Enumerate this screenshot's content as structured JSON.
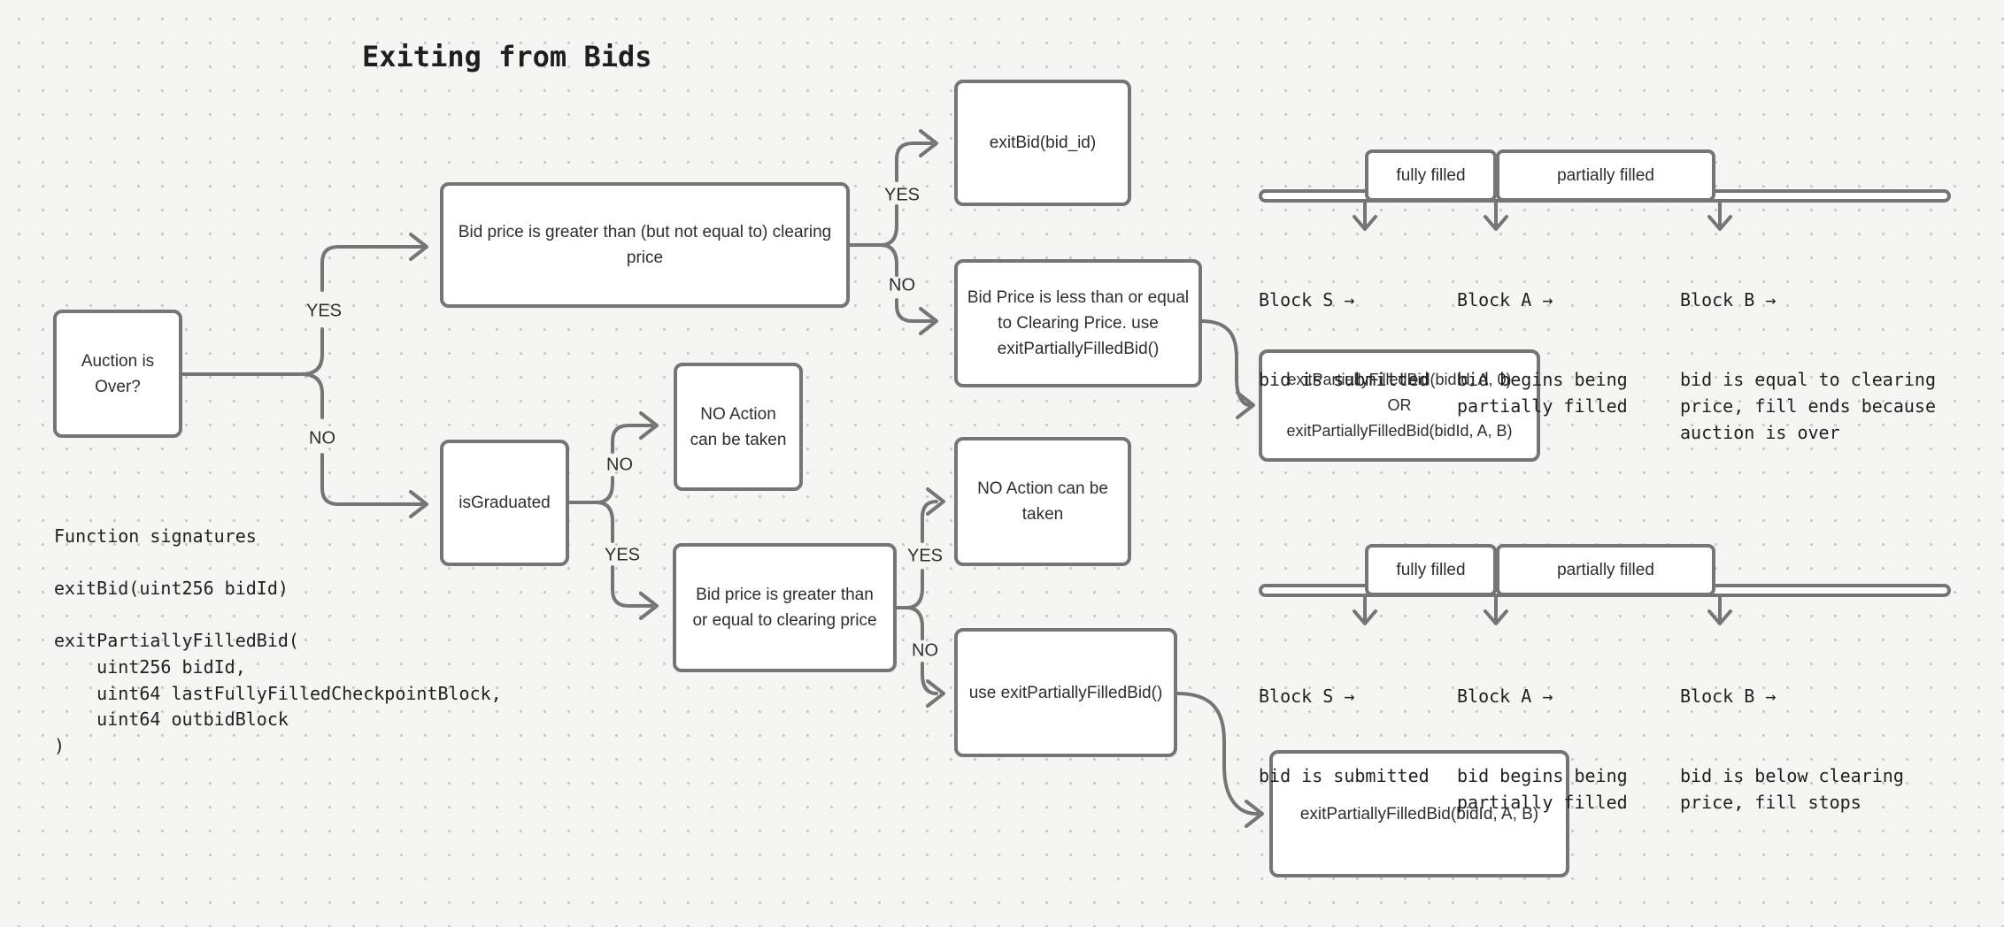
{
  "title": "Exiting from Bids",
  "branch": {
    "yes": "YES",
    "no": "NO"
  },
  "nodes": {
    "auction": "Auction is Over?",
    "bid_gt_strict": "Bid price is greater than (but not equal to) clearing price",
    "exit_bid": "exitBid(bid_id)",
    "bid_le": "Bid Price is less than or equal to Clearing Price. use exitPartiallyFilledBid()",
    "is_graduated": "isGraduated",
    "no_action_small": "NO Action can be taken",
    "bid_ge": "Bid price is greater than or equal to clearing price",
    "no_action_wide": "NO Action can be taken",
    "use_exit": "use exitPartiallyFilledBid()",
    "exit_or": "exitPartiallyFilledBid(bidId, A, 0)\nOR\nexitPartiallyFilledBid(bidId, A, B)",
    "exit_ab": "exitPartiallyFilledBid(bidId, A, B)"
  },
  "code_block": "Function signatures\n\nexitBid(uint256 bidId)\n\nexitPartiallyFilledBid(\n    uint256 bidId,\n    uint64 lastFullyFilledCheckpointBlock,\n    uint64 outbidBlock\n)",
  "timelines": {
    "top": {
      "segments": [
        "fully filled",
        "partially filled"
      ],
      "annotations": [
        {
          "title": "Block S →",
          "desc": "bid is submitted"
        },
        {
          "title": "Block A →",
          "desc": "bid begins being\npartially filled"
        },
        {
          "title": "Block B →",
          "desc": "bid is equal to clearing\nprice, fill ends because\nauction is over"
        }
      ]
    },
    "bottom": {
      "segments": [
        "fully filled",
        "partially filled"
      ],
      "annotations": [
        {
          "title": "Block S →",
          "desc": "bid is submitted"
        },
        {
          "title": "Block A →",
          "desc": "bid begins being\npartially filled"
        },
        {
          "title": "Block B →",
          "desc": "bid is below clearing\nprice, fill stops"
        }
      ]
    }
  },
  "colors": {
    "background": "#f5f5f4",
    "grid_dot": "#c9c9c9",
    "stroke": "#757575",
    "text": "#2e2e2e",
    "mono_text": "#1f1f1f",
    "node_fill": "#ffffff"
  }
}
